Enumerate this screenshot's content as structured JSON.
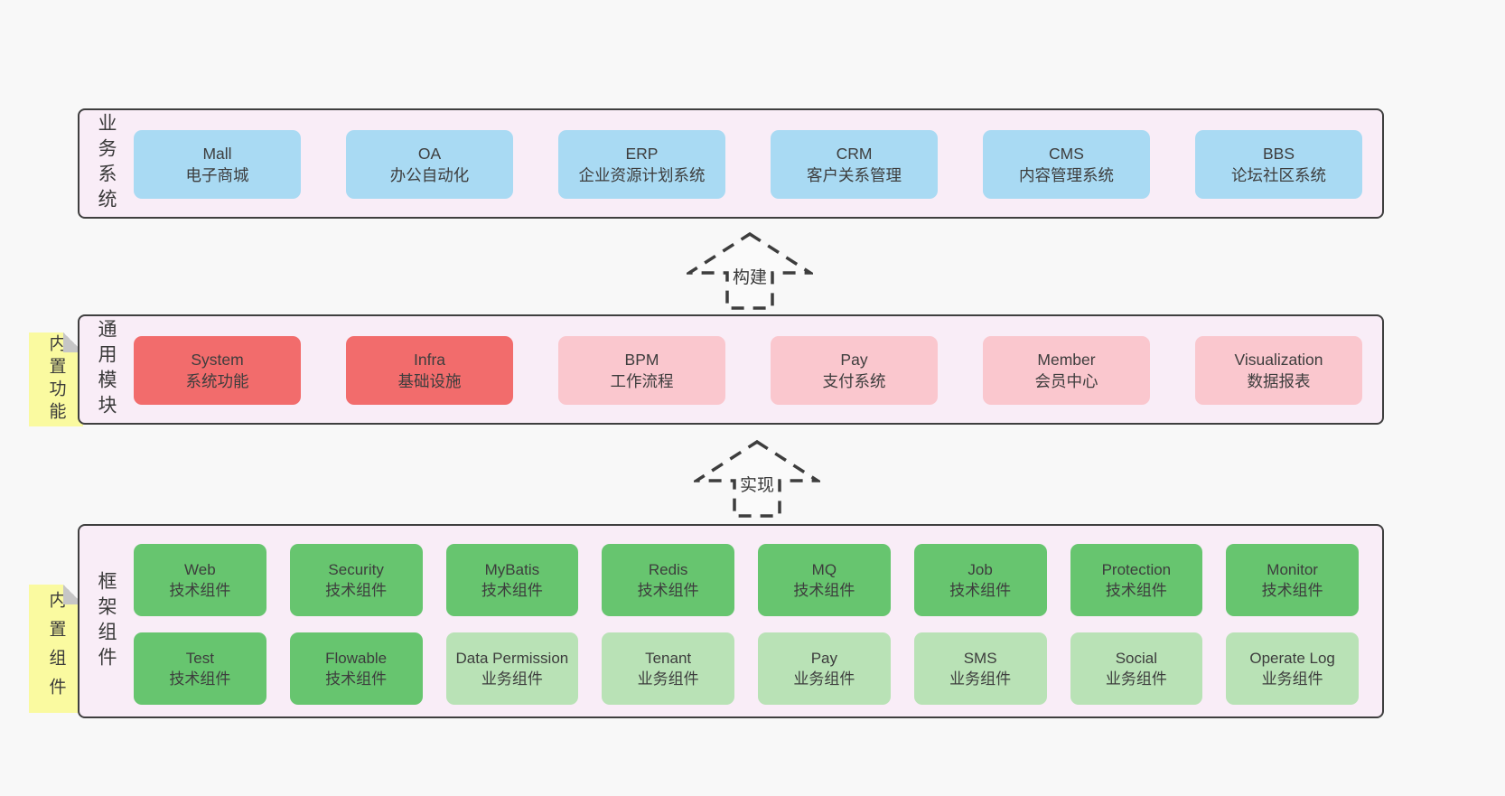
{
  "diagram": {
    "title": "framework-architecture-diagram",
    "colors": {
      "page_bg": "#f8f8f8",
      "panel_bg": "#f9edf7",
      "panel_border": "#3f3f3f",
      "box_blue": "#a9daf3",
      "box_red": "#f26c6c",
      "box_pink": "#fac7ce",
      "box_green": "#67c56f",
      "box_light_green": "#b9e2b6",
      "tag_yellow": "#fafaa0",
      "fold_gray": "#c6c6c6",
      "text": "#3d3d3d"
    }
  },
  "arrows": [
    {
      "label": "构建"
    },
    {
      "label": "实现"
    }
  ],
  "layers": [
    {
      "label": "业务系统",
      "boxes": [
        {
          "name": "Mall",
          "desc": "电子商城",
          "color": "blue"
        },
        {
          "name": "OA",
          "desc": "办公自动化",
          "color": "blue"
        },
        {
          "name": "ERP",
          "desc": "企业资源计划系统",
          "color": "blue"
        },
        {
          "name": "CRM",
          "desc": "客户关系管理",
          "color": "blue"
        },
        {
          "name": "CMS",
          "desc": "内容管理系统",
          "color": "blue"
        },
        {
          "name": "BBS",
          "desc": "论坛社区系统",
          "color": "blue"
        }
      ]
    },
    {
      "label": "通用模块",
      "tag": "内置功能",
      "boxes": [
        {
          "name": "System",
          "desc": "系统功能",
          "color": "red"
        },
        {
          "name": "Infra",
          "desc": "基础设施",
          "color": "red"
        },
        {
          "name": "BPM",
          "desc": "工作流程",
          "color": "pink"
        },
        {
          "name": "Pay",
          "desc": "支付系统",
          "color": "pink"
        },
        {
          "name": "Member",
          "desc": "会员中心",
          "color": "pink"
        },
        {
          "name": "Visualization",
          "desc": "数据报表",
          "color": "pink"
        }
      ]
    },
    {
      "label": "框架组件",
      "tag": "内置组件",
      "boxes": [
        {
          "name": "Web",
          "desc": "技术组件",
          "color": "green"
        },
        {
          "name": "Security",
          "desc": "技术组件",
          "color": "green"
        },
        {
          "name": "MyBatis",
          "desc": "技术组件",
          "color": "green"
        },
        {
          "name": "Redis",
          "desc": "技术组件",
          "color": "green"
        },
        {
          "name": "MQ",
          "desc": "技术组件",
          "color": "green"
        },
        {
          "name": "Job",
          "desc": "技术组件",
          "color": "green"
        },
        {
          "name": "Protection",
          "desc": "技术组件",
          "color": "green"
        },
        {
          "name": "Monitor",
          "desc": "技术组件",
          "color": "green"
        },
        {
          "name": "Test",
          "desc": "技术组件",
          "color": "green"
        },
        {
          "name": "Flowable",
          "desc": "技术组件",
          "color": "green"
        },
        {
          "name": "Data Permission",
          "desc": "业务组件",
          "color": "light-green"
        },
        {
          "name": "Tenant",
          "desc": "业务组件",
          "color": "light-green"
        },
        {
          "name": "Pay",
          "desc": "业务组件",
          "color": "light-green"
        },
        {
          "name": "SMS",
          "desc": "业务组件",
          "color": "light-green"
        },
        {
          "name": "Social",
          "desc": "业务组件",
          "color": "light-green"
        },
        {
          "name": "Operate Log",
          "desc": "业务组件",
          "color": "light-green"
        }
      ]
    }
  ]
}
